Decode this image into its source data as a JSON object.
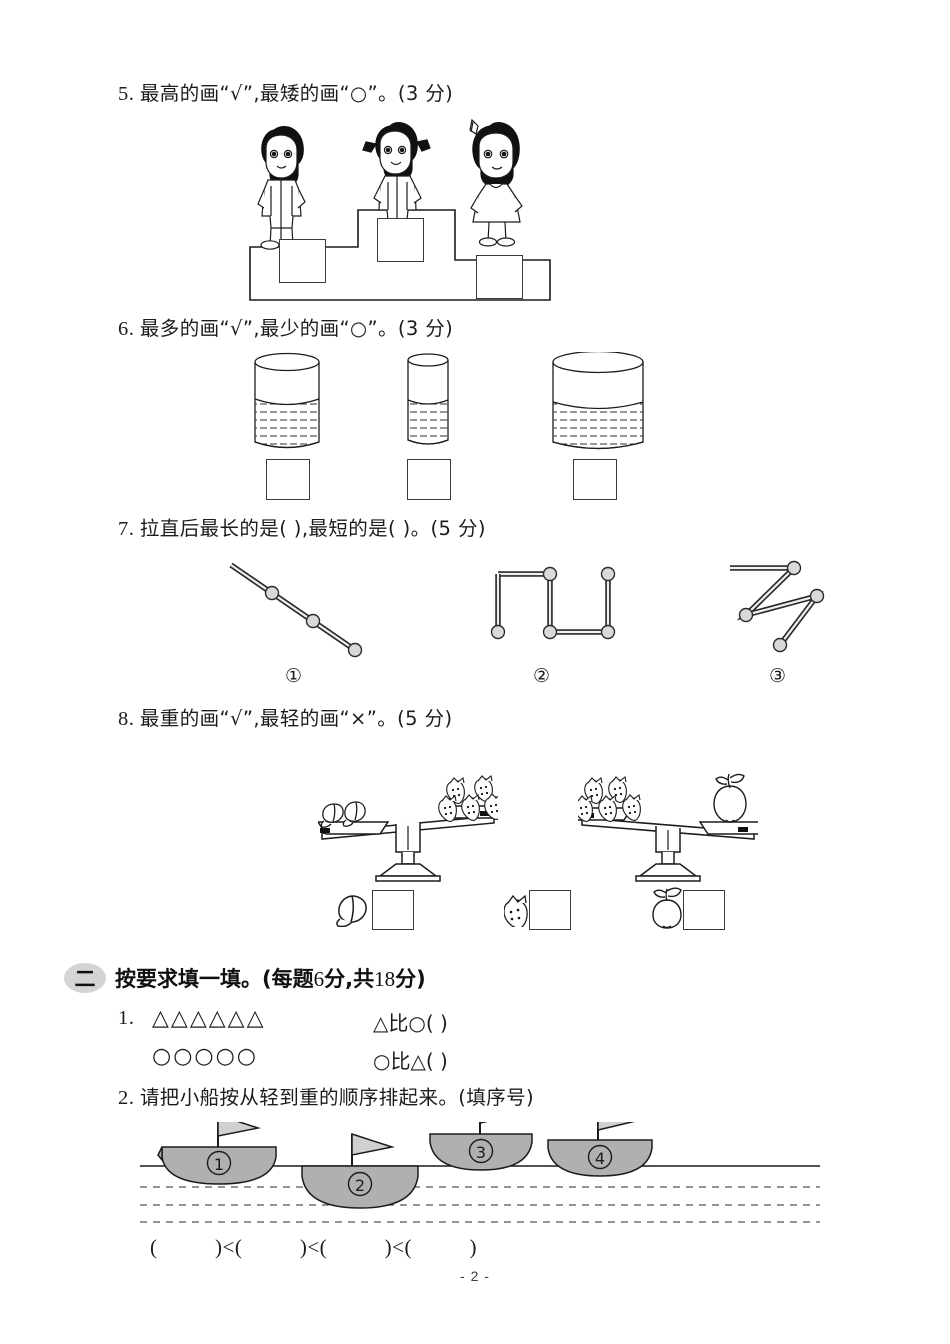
{
  "page": {
    "footer": "- 2 -",
    "paper_color": "#ffffff",
    "ink_color": "#1c1c1c",
    "badge_color": "#d4d4d4",
    "boat_fill": "#b0b0b0"
  },
  "questions": [
    {
      "id": "q5",
      "number": "5.",
      "text": "最高的画“√”,最矮的画“○”。(3 分)",
      "figure": "three-children-on-podium",
      "answer_boxes": 3
    },
    {
      "id": "q6",
      "number": "6.",
      "text": "最多的画“√”,最少的画“○”。(3 分)",
      "figure": "three-water-cups",
      "answer_boxes": 3
    },
    {
      "id": "q7",
      "number": "7.",
      "text": "拉直后最长的是(            ),最短的是(            )。(5 分)",
      "figure": "three-bent-ropes",
      "labels": [
        "①",
        "②",
        "③"
      ]
    },
    {
      "id": "q8",
      "number": "8.",
      "text": "最重的画“√”,最轻的画“×”。(5 分)",
      "figure": "two-balance-scales",
      "answer_items": [
        "peach-icon",
        "strawberry-icon",
        "apple-icon"
      ],
      "answer_boxes": 3
    }
  ],
  "section_two": {
    "badge": "二",
    "title_cjk_1": "按要求填一填。(每题",
    "title_num_1": "6",
    "title_cjk_2": "分,共",
    "title_num_2": "18",
    "title_cjk_3": "分)",
    "items": [
      {
        "id": "s2-q1",
        "number": "1.",
        "triangles": "△△△△△△",
        "circles": "○○○○○",
        "compare_line_1": "△比○(             )",
        "compare_line_2": "○比△(             )"
      },
      {
        "id": "s2-q2",
        "number": "2.",
        "text": "请把小船按从轻到重的顺序排起来。(填序号)",
        "figure": "four-boats-in-water",
        "boat_labels": [
          "①",
          "②",
          "③",
          "④"
        ],
        "answer_line": "(          )<(          )<(          )<(          )"
      }
    ]
  }
}
